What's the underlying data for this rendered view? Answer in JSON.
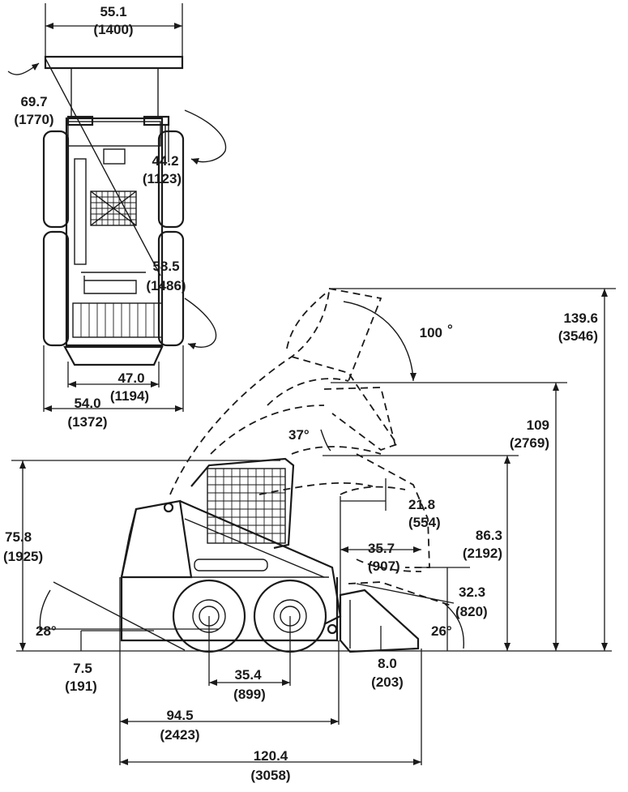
{
  "top_view": {
    "overall_width": "55.1",
    "overall_width_mm": "(1400)",
    "diag_front": "69.7",
    "diag_front_mm": "(1770)",
    "turn_radius": "44.2",
    "turn_radius_mm": "(1123)",
    "diag_rear": "58.5",
    "diag_rear_mm": "(1486)",
    "track_width": "47.0",
    "track_width_mm": "(1194)",
    "width_tires": "54.0",
    "width_tires_mm": "(1372)"
  },
  "side_view": {
    "max_height": "139.6",
    "max_height_mm": "(3546)",
    "dump_angle": "100",
    "degree": "°",
    "hinge_height": "109",
    "hinge_height_mm": "(2769)",
    "rollback_angle": "37°",
    "dump_height": "86.3",
    "dump_height_mm": "(2192)",
    "reach_high": "21.8",
    "reach_high_mm": "(554)",
    "reach_low": "35.7",
    "reach_low_mm": "(907)",
    "dump_clearance": "32.3",
    "dump_clearance_mm": "(820)",
    "bucket_angle": "26°",
    "cab_height": "75.8",
    "cab_height_mm": "(1925)",
    "departure_angle": "28°",
    "ground_clearance": "7.5",
    "ground_clearance_mm": "(191)",
    "wheelbase": "35.4",
    "wheelbase_mm": "(899)",
    "bucket_clearance": "8.0",
    "bucket_clearance_mm": "(203)",
    "length_no_bucket": "94.5",
    "length_no_bucket_mm": "(2423)",
    "overall_length": "120.4",
    "overall_length_mm": "(3058)"
  }
}
